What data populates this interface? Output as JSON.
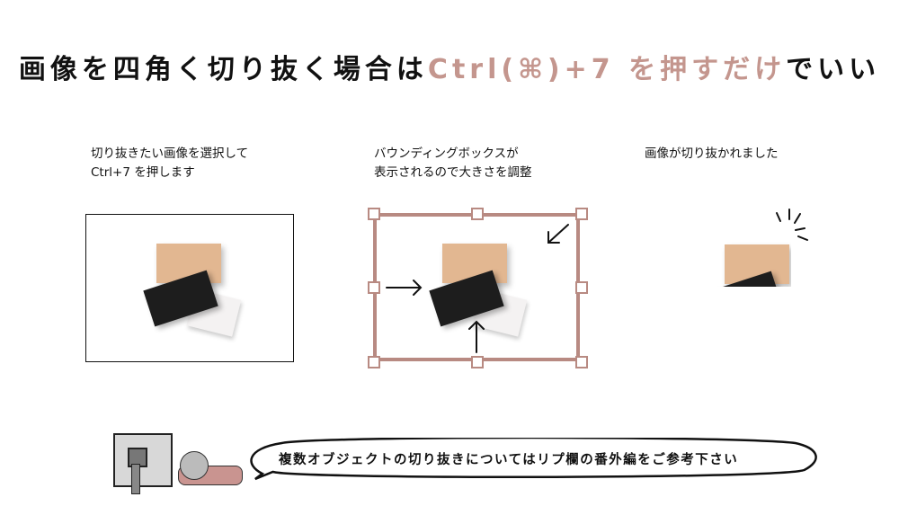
{
  "title": {
    "prefix": "画像を四角く切り抜く場合は",
    "accent": "Ctrl(⌘)+7",
    "suffix_accent": "を押すだけ",
    "suffix": "でいい",
    "accent_color": "#c4968e"
  },
  "steps": [
    {
      "line1": "切り抜きたい画像を選択して",
      "line2": "Ctrl+7 を押します"
    },
    {
      "line1": "バウンディングボックスが",
      "line2": "表示されるので大きさを調整"
    },
    {
      "line1": "画像が切り抜かれました"
    }
  ],
  "handle_color": "#b88a82",
  "bubble": {
    "text": "複数オブジェクトの切り抜きについてはリプ欄の番外編をご参考下さい"
  }
}
